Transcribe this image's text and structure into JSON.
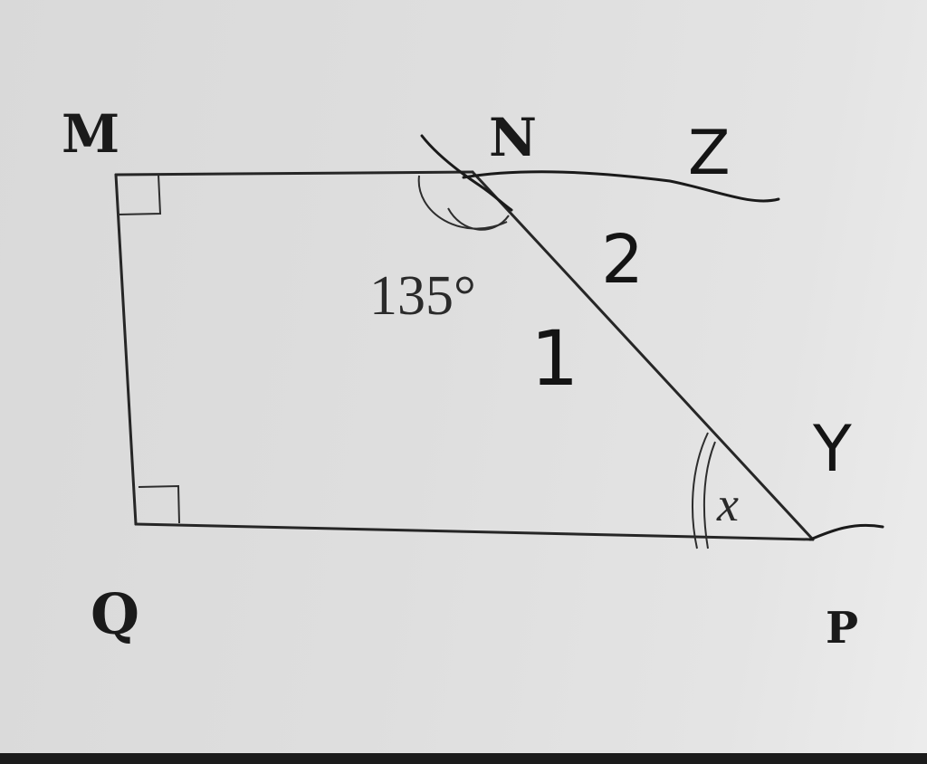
{
  "figure": {
    "vertices": {
      "m": "M",
      "n": "N",
      "p": "P",
      "q": "Q"
    },
    "angle_n": "135°",
    "angle_p": "x",
    "handwritten": {
      "z": "Z",
      "y": "Y",
      "one": "1",
      "two": "2"
    }
  }
}
